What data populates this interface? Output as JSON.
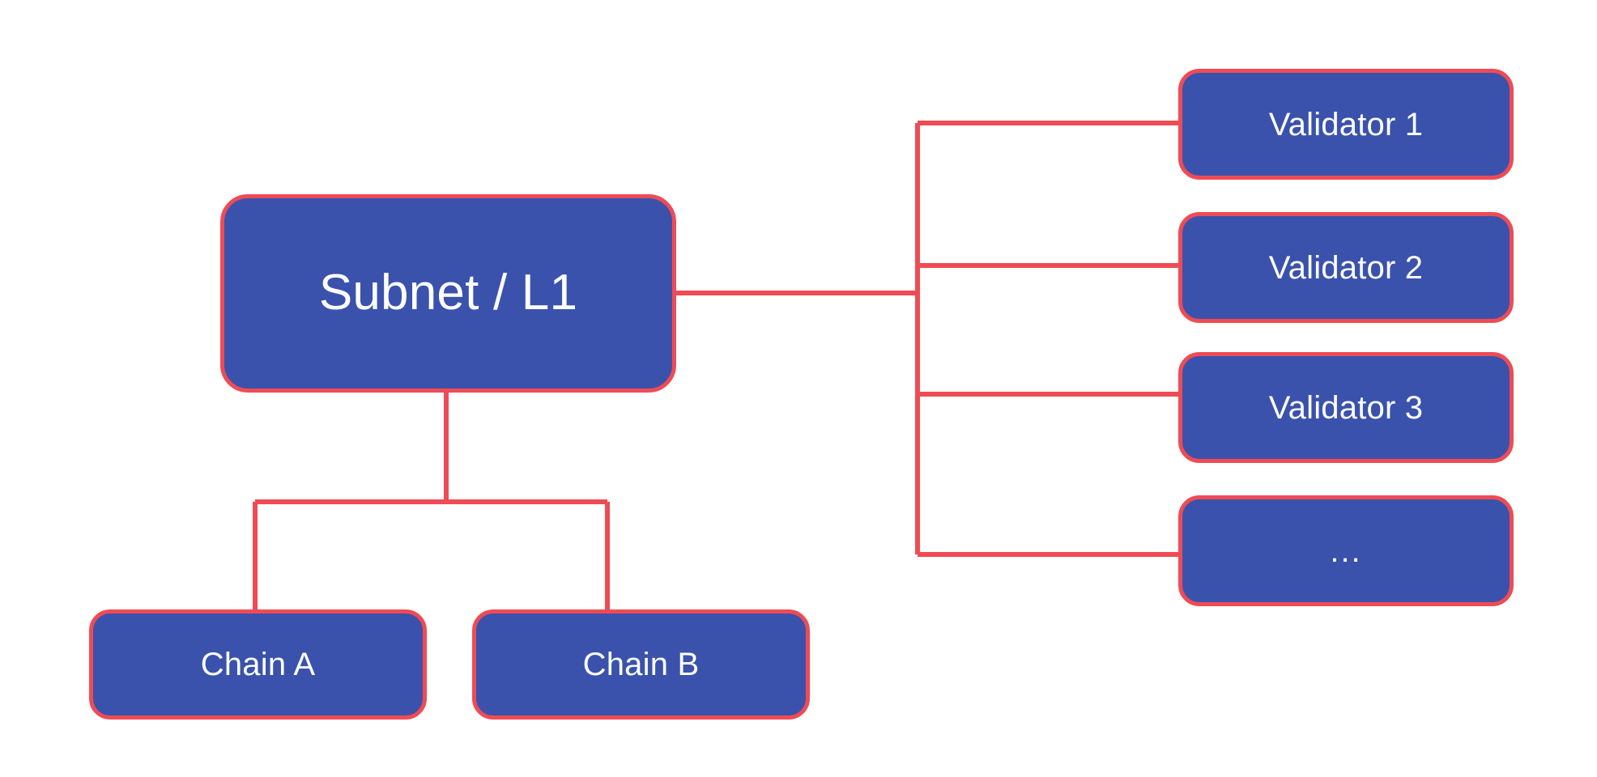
{
  "diagram": {
    "type": "tree-architecture-diagram",
    "background_color": "#ffffff",
    "node_fill_color": "#3a52ac",
    "node_border_color": "#ef4b55",
    "node_text_color": "#ffffff",
    "edge_color": "#ef4b55",
    "root": {
      "id": "subnet",
      "label": "Subnet / L1"
    },
    "chains": [
      {
        "id": "chain-a",
        "label": "Chain A"
      },
      {
        "id": "chain-b",
        "label": "Chain B"
      }
    ],
    "validators": [
      {
        "id": "validator-1",
        "label": "Validator 1"
      },
      {
        "id": "validator-2",
        "label": "Validator 2"
      },
      {
        "id": "validator-3",
        "label": "Validator 3"
      },
      {
        "id": "validator-more",
        "label": "..."
      }
    ],
    "edges": [
      {
        "from": "subnet",
        "to": "validator-1"
      },
      {
        "from": "subnet",
        "to": "validator-2"
      },
      {
        "from": "subnet",
        "to": "validator-3"
      },
      {
        "from": "subnet",
        "to": "validator-more"
      },
      {
        "from": "subnet",
        "to": "chain-a"
      },
      {
        "from": "subnet",
        "to": "chain-b"
      }
    ]
  }
}
